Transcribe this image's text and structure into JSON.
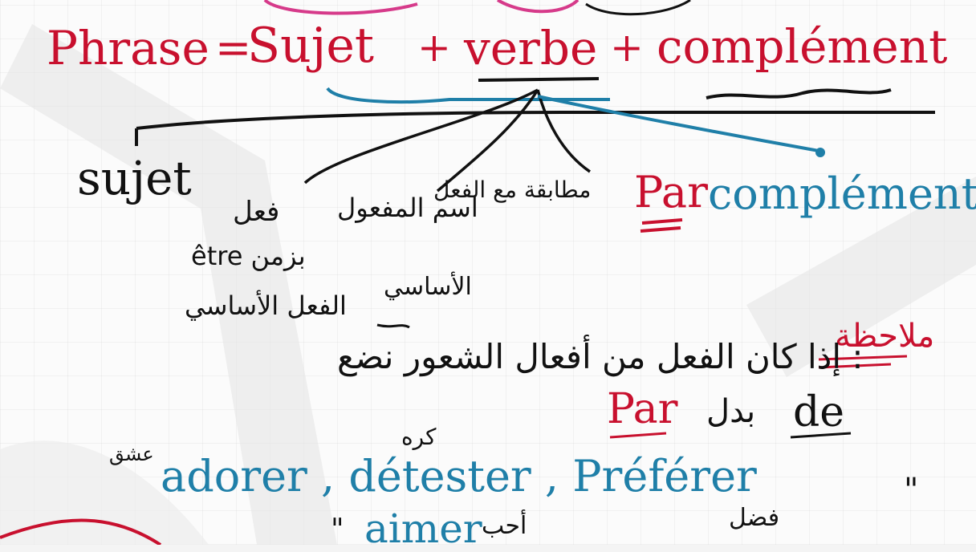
{
  "colors": {
    "red": "#c8102e",
    "black": "#111111",
    "blue": "#1f7fa8",
    "pink": "#d63a8a"
  },
  "formula": {
    "phrase": "Phrase",
    "equals": "=",
    "sujet": "Sujet",
    "plus1": "+",
    "verbe": "verbe",
    "plus2": "+",
    "complement": "complément"
  },
  "branches": {
    "sujet": "sujet",
    "par": "Par",
    "complement": "complément"
  },
  "notes_left": {
    "line1": "فعل",
    "line2": "être بزمن",
    "line3": "الفعل الأساسي"
  },
  "notes_middle": {
    "line1": "اسم المفعول",
    "line2": "مطابقة مع الفعل",
    "line3": "الأساسي"
  },
  "remark": {
    "label": "ملاحظة",
    "text": ": إذا كان الفعل من أفعال الشعور نضع",
    "de": "de",
    "badal": "بدل",
    "par": "Par"
  },
  "verbs": {
    "ishq": "عشق",
    "karih": "كره",
    "line": "adorer , détester , Préférer",
    "ditto": "\"",
    "fadal": "فضل",
    "aimer": "aimer",
    "ahab": "أحب",
    "ditto2": "\""
  }
}
